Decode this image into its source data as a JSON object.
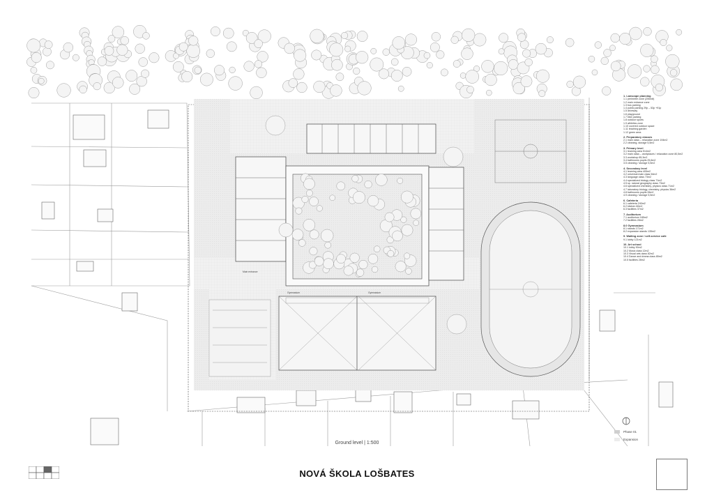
{
  "title": "NOVÁ ŠKOLA LOŠBATES",
  "subtitle": "Ground level | 1:500",
  "map_labels": {
    "main_entrance": "Main entrance",
    "gymnasium_west": "Gymnasium",
    "gymnasium_east": "Gymnasium"
  },
  "key": {
    "phase": "Phase 01",
    "expansion": "Expansion",
    "phase_color": "#cfcfcf",
    "expansion_color": "#ececec"
  },
  "colors": {
    "pavement": "#efefef",
    "green": "#e6e6e6",
    "line": "#555555",
    "tree": "#bdbdbd"
  },
  "legend": [
    {
      "title": "1. Lanscape planning",
      "items": [
        "1.1 perimeter zone (20bedt)",
        "1.2 main entrance zone",
        "1.3 bus parking",
        "1.4 public parking 29p – 53p +91p",
        "1.5 driveway",
        "1.6 playground",
        "1.7 bike parking",
        "1.8 outdoor sports",
        "1.9 athletics zone",
        "1.10 covered outdoor space",
        "1.11 teaching garden",
        "1.12 green area"
      ]
    },
    {
      "title": "2. Preparatory classes",
      "items": [
        "2.1 main class – relaxation zone 194m2",
        "2.2 cleaning, storage 5,5m2"
      ]
    },
    {
      "title": "3. Primary level",
      "items": [
        "3.1 learning area 514m2",
        "3.2 main class – workplaces / relaxation zone 80,5m2",
        "3.3 workshop 85,3m2",
        "3.4 bathrooms pupils 25,6m2",
        "3.5 cleaning / storage 5,5m2"
      ]
    },
    {
      "title": "4. Secondary level",
      "items": [
        "4.1 learning area 405m2",
        "4.2 universal main class 54m2",
        "4.3 language class 73m2",
        "4.4 specialized biology class 71m2",
        "4.5 sp. natural geography class 73m2",
        "4.6 specialized chemistry, physics class 71m2",
        "4.7 laboratory biology, chemistry, physics 36m2",
        "4.8 bathrooms pupils 26m2",
        "4.9 cleaning / storage 5,5m2"
      ]
    },
    {
      "title": "6. Cafeteria",
      "items": [
        "6.1 cafeteria 240m2",
        "6.2 kitchen 60m2",
        "6.3 facilities 37m2"
      ]
    },
    {
      "title": "7. Auditorium",
      "items": [
        "7.1 auditorium 185m2",
        "7.2 facilities 28m2"
      ]
    },
    {
      "title": "8.0 Gymnasium",
      "items": [
        "8.1 stands 171m2",
        "8.2 expansion stands 135m2"
      ]
    },
    {
      "title": "9. Waiting zone / self-service cafe",
      "items": [
        "9.1 lobby 121m2"
      ]
    },
    {
      "title": "10. Art school",
      "items": [
        "10.1 lobby 90m2",
        "10.2 Music class 12m2",
        "10.3 Visual arts class 82m2",
        "10.4 Dance and drama class 85m2",
        "10.5 facilities 28m2"
      ]
    }
  ]
}
